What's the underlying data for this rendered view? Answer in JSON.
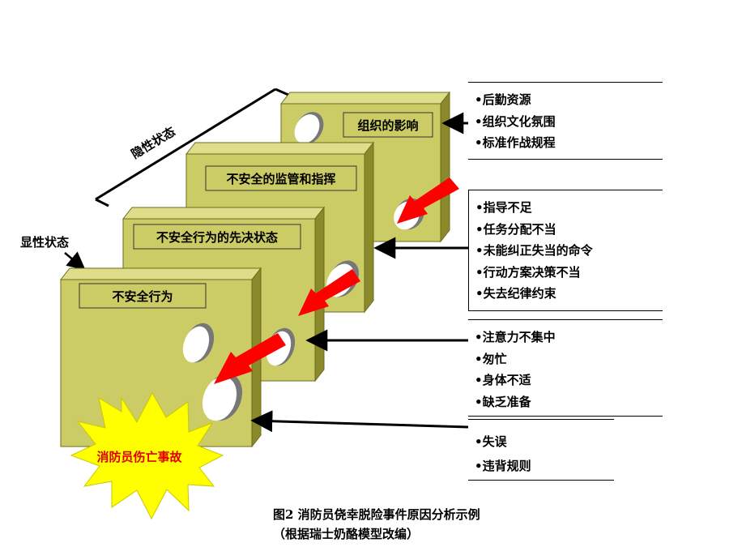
{
  "states": {
    "latent": "隐性状态",
    "active": "显性状态"
  },
  "layers": [
    {
      "label": "组织的影响"
    },
    {
      "label": "不安全的监管和指挥"
    },
    {
      "label": "不安全行为的先决状态"
    },
    {
      "label": "不安全行为"
    }
  ],
  "outcome": "消防员伤亡事故",
  "cause_lists": [
    {
      "items": [
        "•后勤资源",
        "•组织文化氛围",
        "•标准作战规程"
      ]
    },
    {
      "items": [
        "•指导不足",
        "•任务分配不当",
        "•未能纠正失当的命令",
        "•行动方案决策不当",
        "•失去纪律约束"
      ]
    },
    {
      "items": [
        "•注意力不集中",
        "•匆忙",
        "•身体不适",
        "•缺乏准备"
      ]
    },
    {
      "items": [
        "•失误",
        "•违背规则"
      ]
    }
  ],
  "caption": {
    "line1": "图2  消防员侥幸脱险事件原因分析示例",
    "line2": "（根据瑞士奶酪模型改编）"
  },
  "colors": {
    "layer_front": "#cccc66",
    "layer_top": "#dede8a",
    "layer_side": "#8a8a2a",
    "arrow": "#ff0000",
    "explosion": "#ffff00"
  }
}
